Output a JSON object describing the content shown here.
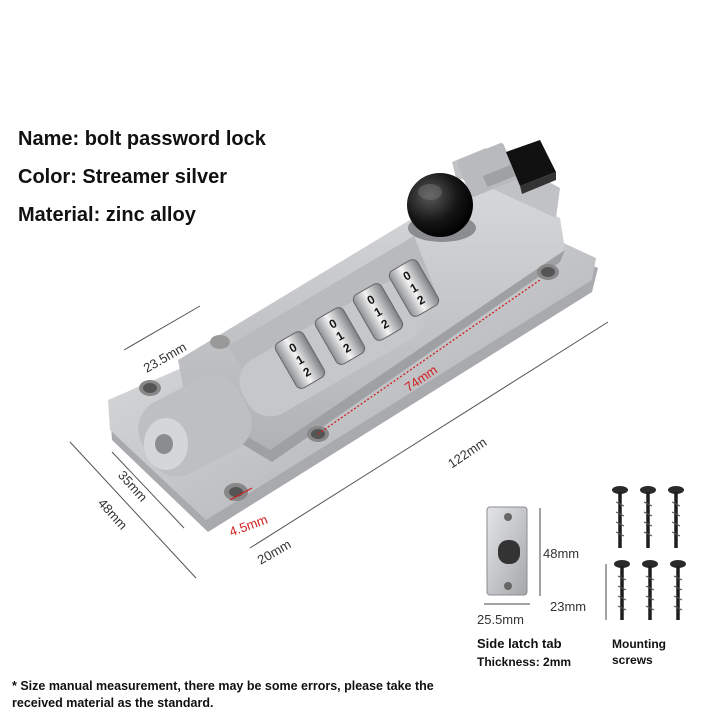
{
  "specs": {
    "name": "Name: bolt password lock",
    "color": "Color: Streamer silver",
    "material": "Material: zinc alloy"
  },
  "dimensions": {
    "width_top": "23.5mm",
    "inner_length": "74mm",
    "length": "122mm",
    "height_inner": "35mm",
    "height_outer": "48mm",
    "hole": "4.5mm",
    "base": "20mm"
  },
  "dials": [
    "0",
    "1",
    "2"
  ],
  "latch_tab": {
    "height": "48mm",
    "width": "25.5mm",
    "title": "Side latch tab",
    "thickness": "Thickness: 2mm"
  },
  "screws": {
    "size": "23mm",
    "title_line1": "Mounting",
    "title_line2": "screws"
  },
  "note": "* Size manual measurement, there may be some errors, please take the received material as the standard.",
  "colors": {
    "metal": "#c9cbcd",
    "metal_dark": "#9a9c9f",
    "dim_red": "#d21e1e"
  }
}
